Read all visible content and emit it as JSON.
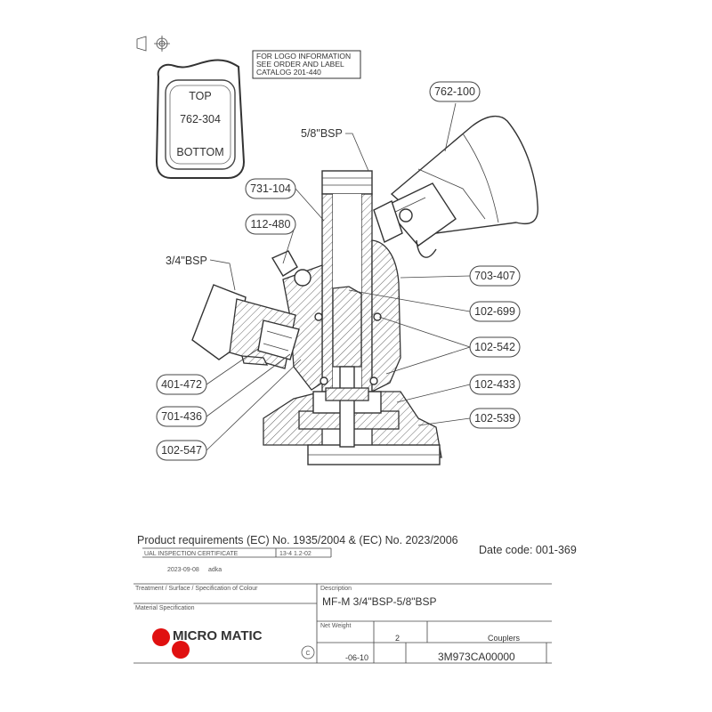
{
  "projection_symbol": "first-angle-projection-icon",
  "logo_note": [
    "FOR LOGO INFORMATION",
    "SEE ORDER AND LABEL",
    "CATALOG 201-440"
  ],
  "handle_label": {
    "top": "TOP",
    "part": "762-304",
    "bottom": "BOTTOM"
  },
  "thread_labels": {
    "outlet": "5/8\"BSP",
    "inlet": "3/4\"BSP"
  },
  "callouts": {
    "c762_100": "762-100",
    "c731_104": "731-104",
    "c112_480": "112-480",
    "c703_407": "703-407",
    "c102_699": "102-699",
    "c102_542": "102-542",
    "c401_472": "401-472",
    "c102_433": "102-433",
    "c701_436": "701-436",
    "c102_539": "102-539",
    "c102_547": "102-547"
  },
  "product_requirements": "Product requirements  (EC) No. 1935/2004 & (EC) No. 2023/2006",
  "date_code": "Date code: 001-369",
  "certificate": {
    "label": "UAL INSPECTION CERTIFICATE",
    "value": "13-4 1.2-02"
  },
  "issue_row": {
    "date": "2023-09-08",
    "by": "adka"
  },
  "title_block": {
    "treatment_label": "Treatment / Surface / Specification of Colour",
    "material_label": "Material Specification",
    "description_label": "Description",
    "description": "MF-M 3/4\"BSP-5/8\"BSP",
    "net_weight_label": "Net Weight",
    "sheet": "2",
    "category": "Couplers",
    "revision": "-06-10",
    "part_number": "3M973CA00000",
    "copyright": "C"
  },
  "brand": {
    "name": "MICRO MATIC",
    "dot_color": "#e01010"
  }
}
